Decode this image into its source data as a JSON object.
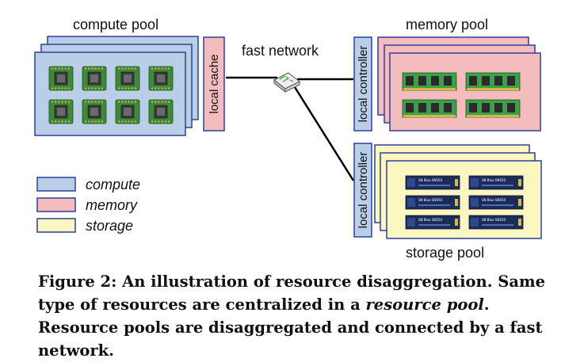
{
  "diagram": {
    "compute_pool_label": "compute pool",
    "memory_pool_label": "memory pool",
    "storage_pool_label": "storage pool",
    "network_label": "fast network",
    "local_cache_label": "local cache",
    "memory_controller_label": "local controller",
    "storage_controller_label": "local controller",
    "ssd_text": "SN Blue SN550"
  },
  "legend": [
    {
      "label": "compute",
      "color": "#b9cfe8"
    },
    {
      "label": "memory",
      "color": "#f4bcbc"
    },
    {
      "label": "storage",
      "color": "#fcf6c0"
    }
  ],
  "colors": {
    "compute": "#b9cfe8",
    "memory": "#f4bcbc",
    "storage": "#fcf6c0",
    "border": "#2f3f9c",
    "chip_board": "#3e8a3a",
    "ram_board": "#3aa04a",
    "ssd": "#1b2c5c"
  },
  "caption": {
    "part1": "Figure 2: An illustration of resource disaggregation. Same type of resources are centralized in a ",
    "emphasis": "resource pool",
    "part2": ". Resource pools are disaggregated and connected by a fast network."
  }
}
